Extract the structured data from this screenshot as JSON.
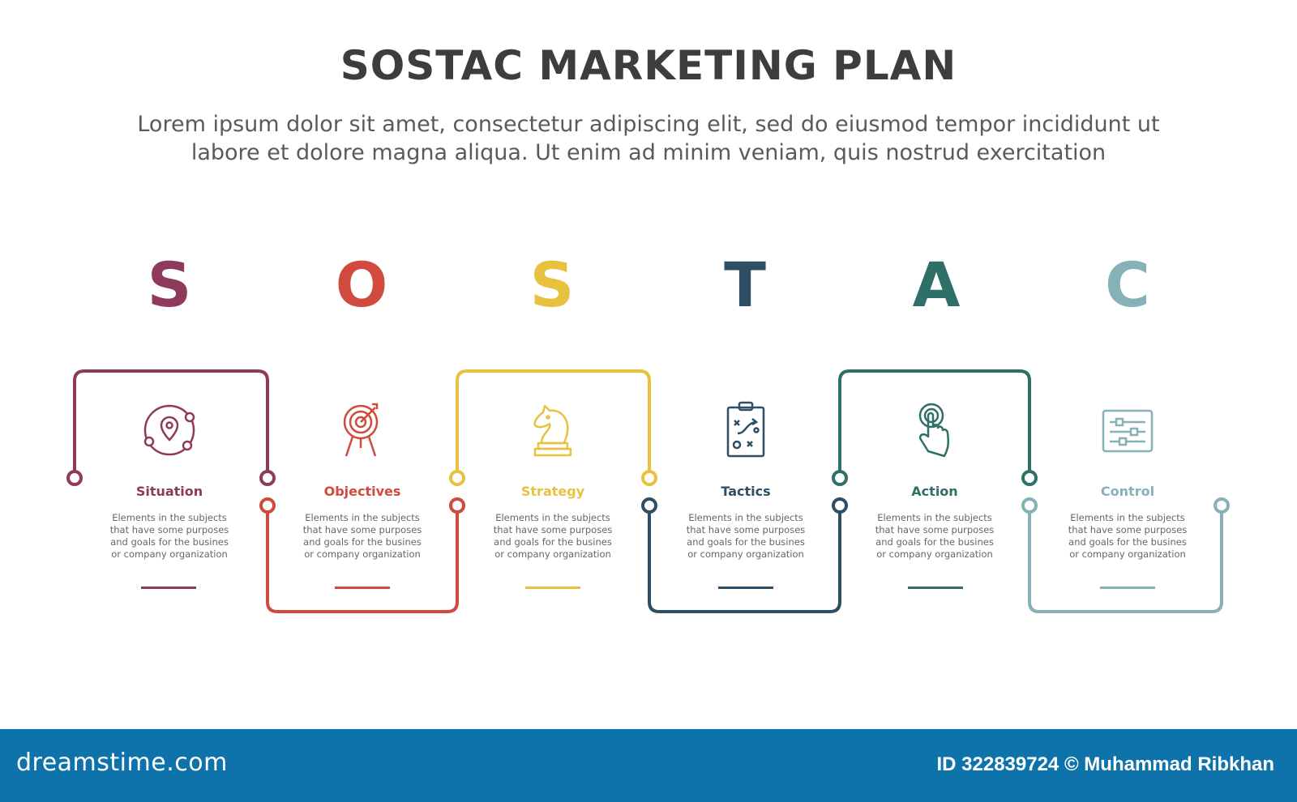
{
  "header": {
    "title": "SOSTAC MARKETING PLAN",
    "subtitle_line1": "Lorem ipsum dolor sit amet, consectetur adipiscing elit, sed do eiusmod tempor incididunt ut",
    "subtitle_line2": "labore et dolore magna aliqua. Ut enim ad minim veniam, quis nostrud exercitation"
  },
  "steps": [
    {
      "letter": "S",
      "title": "Situation",
      "color": "#8e3a5b",
      "icon": "location-orbit-icon",
      "desc": [
        "Elements in the subjects",
        "that have some purposes",
        "and goals for the  busines",
        "or company organization"
      ]
    },
    {
      "letter": "O",
      "title": "Objectives",
      "color": "#d04a3d",
      "icon": "target-icon",
      "desc": [
        "Elements in the subjects",
        "that have some purposes",
        "and goals for the  busines",
        "or company organization"
      ]
    },
    {
      "letter": "S",
      "title": "Strategy",
      "color": "#e8c23f",
      "icon": "chess-knight-icon",
      "desc": [
        "Elements in the subjects",
        "that have some purposes",
        "and goals for the  busines",
        "or company organization"
      ]
    },
    {
      "letter": "T",
      "title": "Tactics",
      "color": "#2d4e63",
      "icon": "tactics-clipboard-icon",
      "desc": [
        "Elements in the subjects",
        "that have some purposes",
        "and goals for the  busines",
        "or company organization"
      ]
    },
    {
      "letter": "A",
      "title": "Action",
      "color": "#2e6f68",
      "icon": "hand-pointer-icon",
      "desc": [
        "Elements in the subjects",
        "that have some purposes",
        "and goals for the  busines",
        "or company organization"
      ]
    },
    {
      "letter": "C",
      "title": "Control",
      "color": "#86b1b6",
      "icon": "sliders-icon",
      "desc": [
        "Elements in the subjects",
        "that have some purposes",
        "and goals for the  busines",
        "or company organization"
      ]
    }
  ],
  "footer": {
    "brand": "dreamstime.com",
    "photo_id": "ID 322839724 © Muhammad Ribkhan"
  }
}
